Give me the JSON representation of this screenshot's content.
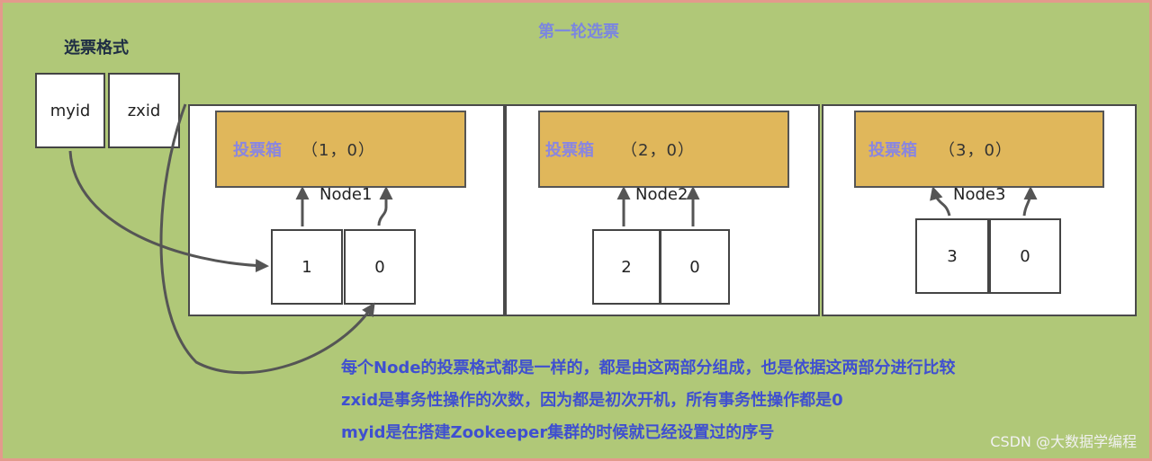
{
  "title": "第一轮选票",
  "format_title": "选票格式",
  "format_cells": [
    "myid",
    "zxid"
  ],
  "nodes": [
    {
      "name": "Node1",
      "ballot_label": "投票箱",
      "ballot_value": "（1，0）",
      "myid": "1",
      "zxid": "0"
    },
    {
      "name": "Node2",
      "ballot_label": "投票箱",
      "ballot_value": "（2，0）",
      "myid": "2",
      "zxid": "0"
    },
    {
      "name": "Node3",
      "ballot_label": "投票箱",
      "ballot_value": "（3，0）",
      "myid": "3",
      "zxid": "0"
    }
  ],
  "notes": [
    "每个Node的投票格式都是一样的，都是由这两部分组成，也是依据这两部分进行比较",
    "zxid是事务性操作的次数，因为都是初次开机，所有事务性操作都是0",
    "myid是在搭建Zookeeper集群的时候就已经设置过的序号"
  ],
  "watermark": "CSDN @大数据学编程",
  "colors": {
    "background": "#b0c878",
    "border": "#e39a8c",
    "ballot_box": "#e0b75b",
    "accent_text": "#7b86e0",
    "note_text": "#3f4fd0"
  }
}
